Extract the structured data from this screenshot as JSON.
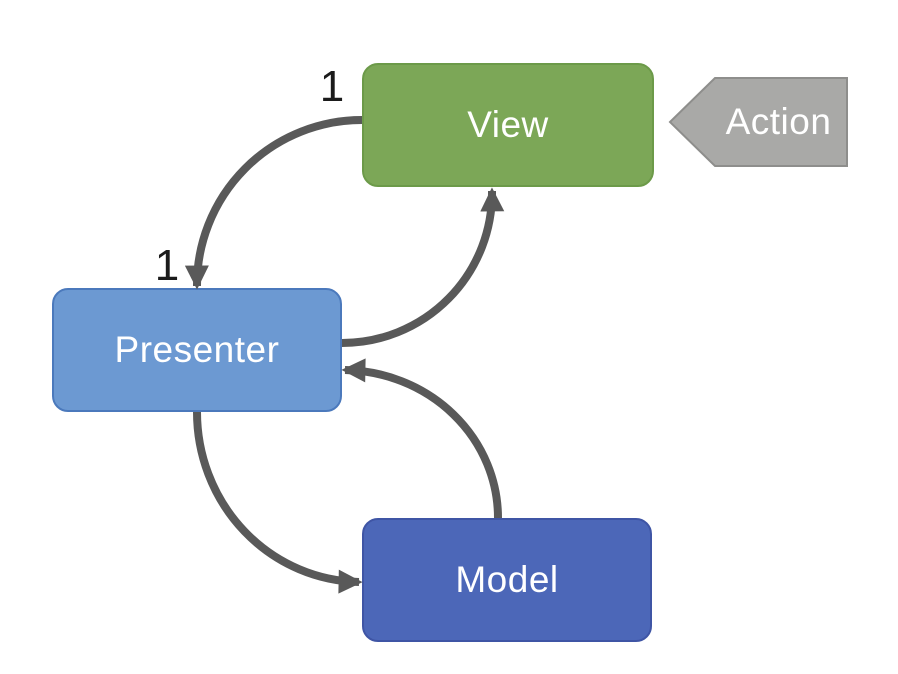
{
  "diagram": {
    "type": "mvp-architecture-pattern",
    "background": "#FFFFFF",
    "nodes": {
      "view": {
        "label": "View",
        "fill": "#7CA757",
        "border": "#6C9A49",
        "text_color": "#FFFFFF"
      },
      "presenter": {
        "label": "Presenter",
        "fill": "#6C99D2",
        "border": "#4B79BC",
        "text_color": "#FFFFFF"
      },
      "model": {
        "label": "Model",
        "fill": "#4C67B8",
        "border": "#3F55A5",
        "text_color": "#FFFFFF"
      }
    },
    "action_tag": {
      "label": "Action",
      "shape": "left-pointing-pentagon",
      "fill": "#A9A9A7",
      "border": "#8E8E8C",
      "text_color": "#FFFFFF",
      "points_to": "view"
    },
    "multiplicity": {
      "view_end": "1",
      "presenter_end": "1"
    },
    "connections": [
      {
        "from": "view",
        "to": "presenter",
        "style": "curved-arrow"
      },
      {
        "from": "presenter",
        "to": "view",
        "style": "curved-arrow"
      },
      {
        "from": "presenter",
        "to": "model",
        "style": "curved-arrow"
      },
      {
        "from": "model",
        "to": "presenter",
        "style": "curved-arrow"
      }
    ],
    "arrow_color": "#595959"
  }
}
